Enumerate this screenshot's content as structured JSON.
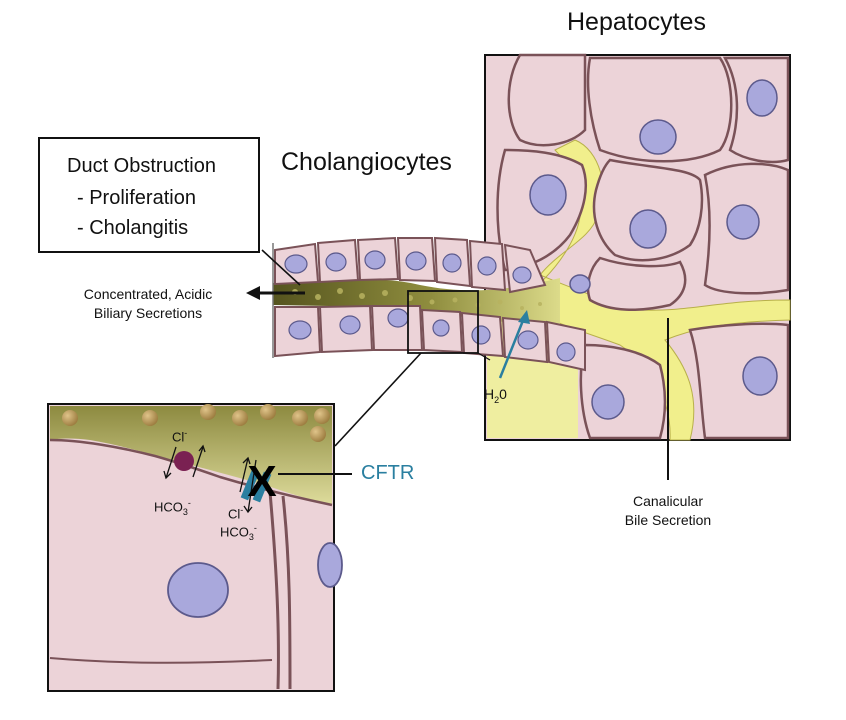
{
  "labels": {
    "hepatocytes": "Hepatocytes",
    "cholangiocytes": "Cholangiocytes",
    "box_title": "Duct Obstruction",
    "box_item1": "- Proliferation",
    "box_item2": "- Cholangitis",
    "secretions_line1": "Concentrated, Acidic",
    "secretions_line2": "Biliary Secretions",
    "water": "H",
    "water_sub": "2",
    "water_tail": "0",
    "canalicular_line1": "Canalicular",
    "canalicular_line2": "Bile Secretion",
    "cftr": "CFTR",
    "x_mark": "X",
    "cl": "Cl",
    "minus": "-",
    "hco": "HCO",
    "three": "3"
  },
  "colors": {
    "cell_fill": "#ecd3d8",
    "cell_edge": "#7a5258",
    "nucleus": "#a9a8dc",
    "bile": "#efeea0",
    "canaliculi": "#f1ef8c",
    "duct_lumen": "#5c5a24",
    "cftr": "#2a7fa0",
    "pump": "#7a2152"
  }
}
